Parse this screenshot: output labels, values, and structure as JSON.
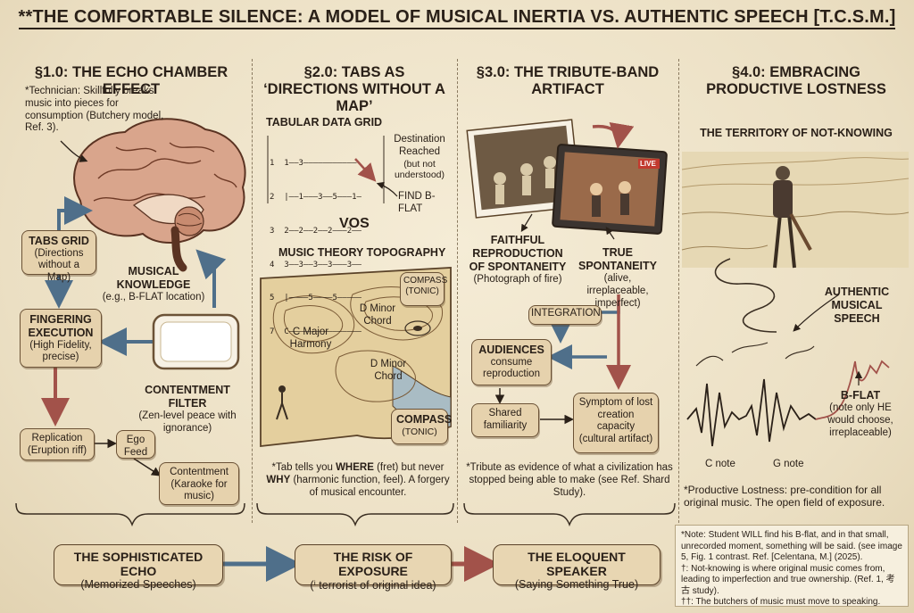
{
  "title": "**THE COMFORTABLE SILENCE: A MODEL OF MUSICAL INERTIA VS. AUTHENTIC SPEECH [T.C.S.M.]",
  "sec1": {
    "title": "§1.0: THE ECHO CHAMBER EFFECT",
    "note": "*Technician: Skillfully breaks music into pieces for consumption (Butchery model, Ref. 3).",
    "tabs_grid_h": "TABS GRID",
    "tabs_grid_s": "(Directions without a Map)",
    "knowledge_h": "MUSICAL KNOWLEDGE",
    "knowledge_s": "(e.g., B-FLAT location)",
    "fingering_h": "FINGERING EXECUTION",
    "fingering_s": "(High Fidelity, precise)",
    "filter_h": "CONTENTMENT FILTER",
    "filter_s": "(Zen-level peace with ignorance)",
    "replication": "Replication (Eruption riff)",
    "ego": "Ego Feed",
    "contentment": "Contentment (Karaoke for music)"
  },
  "sec2": {
    "title": "§2.0: TABS AS ‘DIRECTIONS WITHOUT A MAP’",
    "grid_title": "TABULAR DATA GRID",
    "tab_lines": [
      "1  1——3———————————",
      "2  |——1———3——5———1—",
      "3  2——2——2——2———2——",
      "4  3——3——3——3———3——",
      "5  |————5————5—————",
      "7  C———————————————"
    ],
    "destination": "Destination Reached",
    "destination_s": "(but not understood)",
    "find": "FIND B-FLAT",
    "vos": "VOS",
    "topo_title": "MUSIC THEORY TOPOGRAPHY",
    "compass_top": "COMPASS (TONIC)",
    "c_major": "C Major Harmony",
    "d_minor1": "D Minor Chord",
    "d_minor2": "D Minor Chord",
    "compass_bottom_h": "COMPASS",
    "compass_bottom_s": "(TONIC)",
    "note_pre": "*Tab tells you ",
    "note_where": "WHERE",
    "note_mid": " (fret) but never ",
    "note_why": "WHY",
    "note_post": " (harmonic function, feel). A forgery of musical encounter."
  },
  "sec3": {
    "title": "§3.0: THE TRIBUTE-BAND ARTIFACT",
    "live": "LIVE",
    "faithful_h": "FAITHFUL REPRODUCTION OF SPONTANEITY",
    "faithful_s": "(Photograph of fire)",
    "true_h": "TRUE SPONTANEITY",
    "true_s": "(alive, irreplaceable, imperfect)",
    "integration": "INTEGRATION",
    "audiences_h": "AUDIENCES",
    "audiences_s": "consume reproduction",
    "shared": "Shared familiarity",
    "symptom": "Symptom of lost creation capacity (cultural artifact)",
    "note": "*Tribute as evidence of what a civilization has stopped being able to make (see Ref. Shard Study)."
  },
  "sec4": {
    "title": "§4.0: EMBRACING PRODUCTIVE LOSTNESS",
    "territory": "THE TERRITORY OF NOT-KNOWING",
    "authentic": "AUTHENTIC MUSICAL SPEECH",
    "bflat_h": "B-FLAT",
    "bflat_s": "(note only HE would choose, irreplaceable)",
    "c_note": "C note",
    "g_note": "G note",
    "note": "*Productive Lostness: pre-condition for all original music. The open field of exposure."
  },
  "bottom": {
    "echo_h": "THE SOPHISTICATED ECHO",
    "echo_s": "(Memorized Speeches)",
    "risk_h": "THE RISK OF EXPOSURE",
    "risk_s": "(ⁱ terrorist of original idea)",
    "speaker_h": "THE ELOQUENT SPEAKER",
    "speaker_s": "(Saying Something True)"
  },
  "footnotes": [
    "*Note: Student WILL find his B-flat, and in that small, unrecorded moment, something will be said. (see image 5, Fig. 1 contrast. Ref. [Celentana, M.] (2025).",
    "†: Not-knowing is where original music comes from, leading to imperfection and true ownership. (Ref. 1, 考古 study).",
    "††: The butchers of music must move to speaking."
  ],
  "colors": {
    "arrow_blue": "#4f6f8a",
    "arrow_red": "#a2524a",
    "paper": "#efe4cb",
    "box": "#e6d2ad",
    "ink": "#2a2018"
  }
}
